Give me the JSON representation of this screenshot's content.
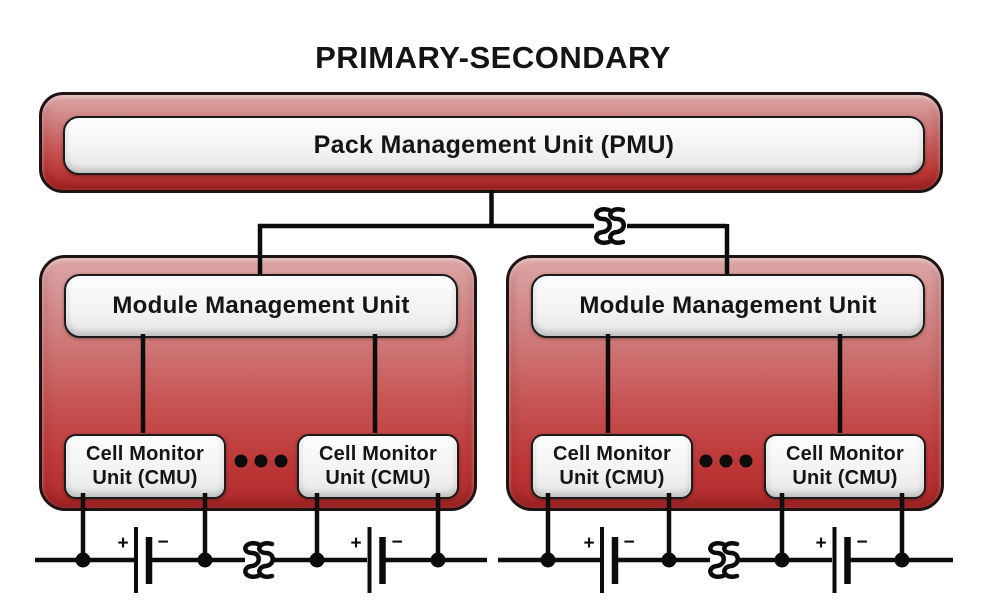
{
  "title": "PRIMARY-SECONDARY",
  "pmu": {
    "label": "Pack Management Unit (PMU)"
  },
  "modules": [
    {
      "mmu": {
        "label": "Module Management Unit"
      },
      "cmus": [
        {
          "line1": "Cell Monitor",
          "line2": "Unit (CMU)"
        },
        {
          "line1": "Cell Monitor",
          "line2": "Unit (CMU)"
        }
      ]
    },
    {
      "mmu": {
        "label": "Module Management Unit"
      },
      "cmus": [
        {
          "line1": "Cell Monitor",
          "line2": "Unit (CMU)"
        },
        {
          "line1": "Cell Monitor",
          "line2": "Unit (CMU)"
        }
      ]
    }
  ],
  "battery": {
    "plus": "+",
    "minus": "−"
  },
  "connections": [
    "PMU to left Module Management Unit",
    "PMU to right Module Management Unit (line-break squiggle on branch)",
    "Each MMU to two Cell Monitor Units with ellipsis dots indicating more CMUs",
    "Each CMU taps a battery-cell bus below; bus shows battery symbols and line-break squiggles"
  ],
  "icons": {
    "line_break": "double-squiggle-break-icon",
    "more_items": "ellipsis-dots-icon",
    "battery_cell": "battery-cell-symbol"
  },
  "colors": {
    "box_red_top": "#dca6a6",
    "box_red_bottom": "#b02c2c",
    "panel_light": "#f3f3f3",
    "wire_black": "#0c0c0c",
    "text": "#141414",
    "background": "#ffffff"
  }
}
